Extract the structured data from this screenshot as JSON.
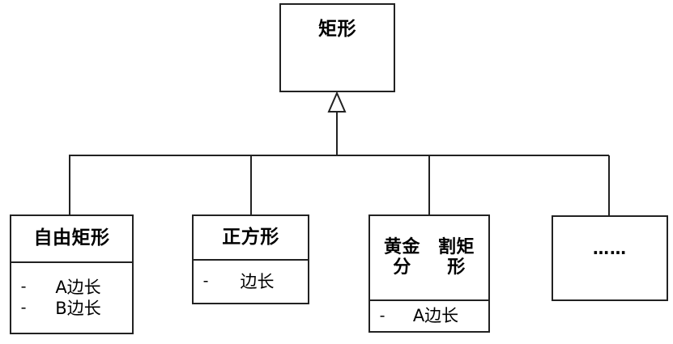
{
  "diagram": {
    "kind": "uml-class-inheritance",
    "stroke_color": "#222222",
    "fill_color": "#ffffff",
    "text_color": "#000000",
    "root": {
      "name": "矩形",
      "attributes": []
    },
    "children": [
      {
        "name": "自由矩形",
        "attributes": [
          {
            "visibility": "-",
            "label": "A边长"
          },
          {
            "visibility": "-",
            "label": "B边长"
          }
        ]
      },
      {
        "name": "正方形",
        "attributes": [
          {
            "visibility": "-",
            "label": "边长"
          }
        ]
      },
      {
        "name": "黄金分\n割矩形",
        "name_line1": "黄金分",
        "name_line2": "割矩形",
        "attributes": [
          {
            "visibility": "-",
            "label": "A边长"
          }
        ]
      },
      {
        "name": "……",
        "attributes": []
      }
    ],
    "relationship": "generalization"
  }
}
